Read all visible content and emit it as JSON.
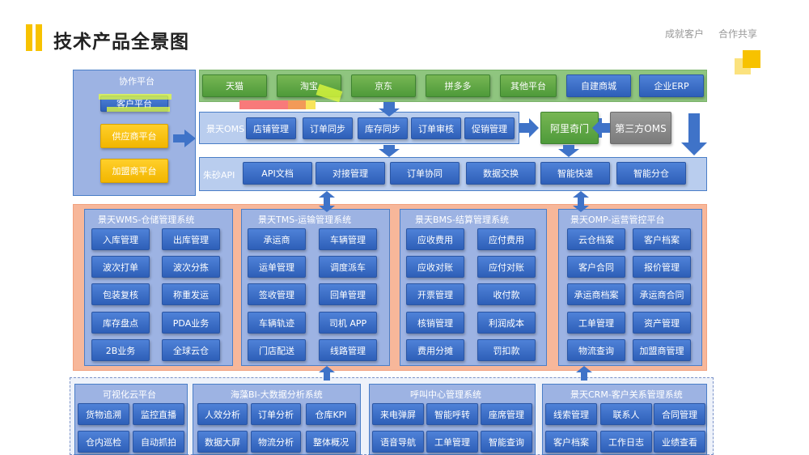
{
  "header": {
    "title": "技术产品全景图",
    "nav": [
      "成就客户",
      "合作共享"
    ]
  },
  "collab": {
    "title": "协作平台",
    "items": [
      "客户平台",
      "供应商平台",
      "加盟商平台"
    ]
  },
  "channels": [
    "天猫",
    "淘宝",
    "京东",
    "拼多多",
    "其他平台",
    "自建商城",
    "企业ERP"
  ],
  "oms": {
    "label": "景天OMS",
    "items": [
      "店铺管理",
      "订单同步",
      "库存同步",
      "订单审核",
      "促销管理"
    ],
    "ali": "阿里奇门",
    "third": "第三方OMS"
  },
  "api": {
    "label": "朱砂API",
    "items": [
      "API文档",
      "对接管理",
      "订单协同",
      "数据交换",
      "智能快递",
      "智能分仓"
    ]
  },
  "wms": {
    "title": "景天WMS-仓储管理系统",
    "items": [
      "入库管理",
      "出库管理",
      "波次打单",
      "波次分拣",
      "包装复核",
      "称重发运",
      "库存盘点",
      "PDA业务",
      "2B业务",
      "全球云仓"
    ]
  },
  "tms": {
    "title": "景天TMS-运输管理系统",
    "items": [
      "承运商",
      "车辆管理",
      "运单管理",
      "调度派车",
      "签收管理",
      "回单管理",
      "车辆轨迹",
      "司机 APP",
      "门店配送",
      "线路管理"
    ]
  },
  "bms": {
    "title": "景天BMS-结算管理系统",
    "items": [
      "应收费用",
      "应付费用",
      "应收对账",
      "应付对账",
      "开票管理",
      "收付款",
      "核销管理",
      "利润成本",
      "费用分摊",
      "罚扣款"
    ]
  },
  "omp": {
    "title": "景天OMP-运营管控平台",
    "items": [
      "云仓档案",
      "客户档案",
      "客户合同",
      "报价管理",
      "承运商档案",
      "承运商合同",
      "工单管理",
      "资产管理",
      "物流查询",
      "加盟商管理"
    ]
  },
  "vis": {
    "title": "可视化云平台",
    "items": [
      "货物追溯",
      "监控直播",
      "仓内巡检",
      "自动抓拍"
    ]
  },
  "bi": {
    "title": "海藻BI-大数据分析系统",
    "items": [
      "人效分析",
      "订单分析",
      "仓库KPI",
      "数据大屏",
      "物流分析",
      "整体概况"
    ]
  },
  "call": {
    "title": "呼叫中心管理系统",
    "items": [
      "来电弹屏",
      "智能呼转",
      "座席管理",
      "语音导航",
      "工单管理",
      "智能查询"
    ]
  },
  "crm": {
    "title": "景天CRM-客户关系管理系统",
    "items": [
      "线索管理",
      "联系人",
      "合同管理",
      "客户档案",
      "工作日志",
      "业绩查看"
    ]
  },
  "colors": {
    "accent_yellow": "#f7c200",
    "button_blue": "#3a6cc4",
    "button_green": "#5aa542",
    "panel_orange": "#f7b79a",
    "arrow_blue": "#3f73c8"
  }
}
